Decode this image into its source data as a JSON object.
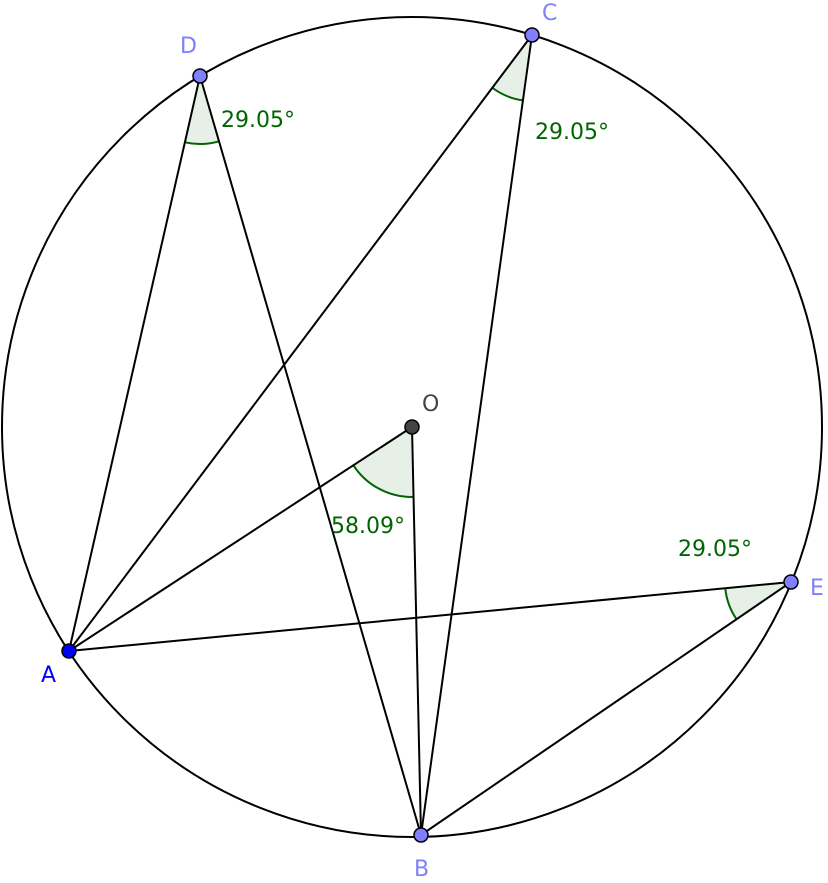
{
  "figure": {
    "stroke_color": "#000000",
    "angle_fill": "#e6f0e6",
    "angle_stroke": "#006400",
    "angle_text_color": "#006400"
  },
  "points": [
    {
      "id": "O",
      "label": "O",
      "fill": "#444444",
      "label_color": "#444444"
    },
    {
      "id": "A",
      "label": "A",
      "fill": "#0000ff",
      "label_color": "#0000ff"
    },
    {
      "id": "B",
      "label": "B",
      "fill": "#7f7fff",
      "label_color": "#7f7fff"
    },
    {
      "id": "C",
      "label": "C",
      "fill": "#7f7fff",
      "label_color": "#7f7fff"
    },
    {
      "id": "D",
      "label": "D",
      "fill": "#7f7fff",
      "label_color": "#7f7fff"
    },
    {
      "id": "E",
      "label": "E",
      "fill": "#7f7fff",
      "label_color": "#7f7fff"
    }
  ],
  "segments": [
    [
      "A",
      "D"
    ],
    [
      "D",
      "B"
    ],
    [
      "A",
      "C"
    ],
    [
      "C",
      "B"
    ],
    [
      "A",
      "E"
    ],
    [
      "E",
      "B"
    ],
    [
      "A",
      "O"
    ],
    [
      "O",
      "B"
    ]
  ],
  "angles": [
    {
      "vertex": "D",
      "from": "A",
      "to": "B",
      "value": "29.05°"
    },
    {
      "vertex": "C",
      "from": "A",
      "to": "B",
      "value": "29.05°"
    },
    {
      "vertex": "O",
      "from": "A",
      "to": "B",
      "value": "58.09°"
    },
    {
      "vertex": "E",
      "from": "A",
      "to": "B",
      "value": "29.05°"
    }
  ]
}
